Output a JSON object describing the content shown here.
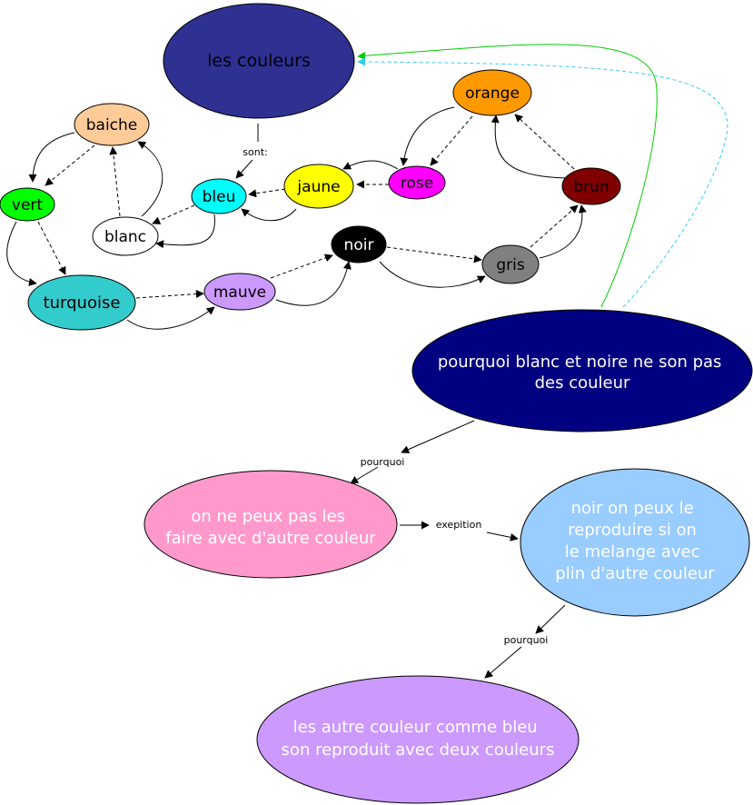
{
  "nodes": {
    "les_couleurs": {
      "label": "les couleurs",
      "fill": "#2e3192",
      "text_color": "#000000"
    },
    "baiche": {
      "label": "baiche",
      "fill": "#ffcc99",
      "text_color": "#000000"
    },
    "vert": {
      "label": "vert",
      "fill": "#00ff00",
      "text_color": "#000000"
    },
    "blanc": {
      "label": "blanc",
      "fill": "#ffffff",
      "text_color": "#000000"
    },
    "bleu": {
      "label": "bleu",
      "fill": "#00ffff",
      "text_color": "#000000"
    },
    "jaune": {
      "label": "jaune",
      "fill": "#ffff00",
      "text_color": "#000000"
    },
    "rose": {
      "label": "rose",
      "fill": "#ff00ff",
      "text_color": "#000000"
    },
    "orange": {
      "label": "orange",
      "fill": "#ff9900",
      "text_color": "#000000"
    },
    "brun": {
      "label": "brun",
      "fill": "#800000",
      "text_color": "#000000"
    },
    "turquoise": {
      "label": "turquoise",
      "fill": "#33cccc",
      "text_color": "#000000"
    },
    "mauve": {
      "label": "mauve",
      "fill": "#cc99ff",
      "text_color": "#000000"
    },
    "noir": {
      "label": "noir",
      "fill": "#000000",
      "text_color": "#ffffff"
    },
    "gris": {
      "label": "gris",
      "fill": "#808080",
      "text_color": "#000000"
    },
    "question": {
      "label_lines": [
        "pourquoi blanc et noire ne son pas",
        "des couleur"
      ],
      "fill": "#000080",
      "text_color": "#ffffff"
    },
    "on_ne_peux": {
      "label_lines": [
        "on ne peux pas les",
        "faire avec d'autre couleur"
      ],
      "fill": "#ff99cc",
      "text_color": "#ffffff"
    },
    "noir_on_peux": {
      "label_lines": [
        "noir on peux le",
        "reproduire si on",
        "le melange avec",
        "plin d'autre couleur"
      ],
      "fill": "#99ccff",
      "text_color": "#ffffff"
    },
    "les_autre": {
      "label_lines": [
        "les autre couleur comme bleu",
        "son reproduit avec deux couleurs"
      ],
      "fill": "#cc99ff",
      "text_color": "#ffffff"
    }
  },
  "link_labels": {
    "sont": "sont:",
    "pourquoi_1": "pourquoi",
    "exepition": "exepition",
    "pourquoi_2": "pourquoi"
  },
  "colors": {
    "line": "#000000",
    "green_link": "#00cc00",
    "cyan_link": "#33ccff"
  }
}
